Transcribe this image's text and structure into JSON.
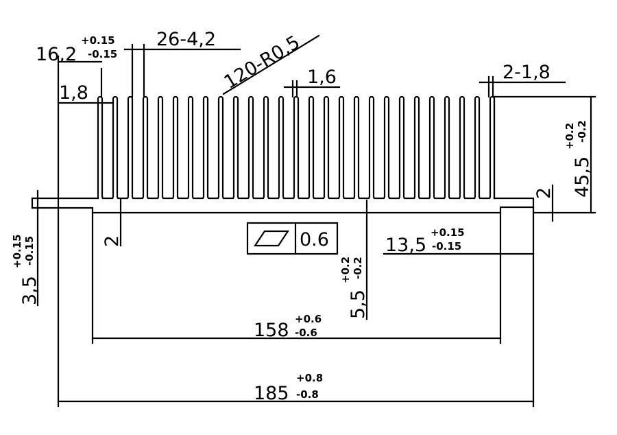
{
  "drawing": {
    "fin_count": 27,
    "dimensions": {
      "width_left": {
        "value": "16,2",
        "upper": "+0.15",
        "lower": "-0.15"
      },
      "fin_gap": {
        "value": "26-4,2"
      },
      "fin_radius": {
        "value": "120-R0,5"
      },
      "fin_thickness": {
        "value": "1,6"
      },
      "end_fin": {
        "value": "2-1,8"
      },
      "left_fin": {
        "value": "1,8"
      },
      "height": {
        "value": "45,5",
        "upper": "+0.2",
        "lower": "-0.2"
      },
      "right_step": {
        "value": "2"
      },
      "left_step": {
        "value": "2"
      },
      "base_thickness": {
        "value": "3,5",
        "upper": "+0.15",
        "lower": "-0.15"
      },
      "groove_depth": {
        "value": "5,5",
        "upper": "+0.2",
        "lower": "-0.2"
      },
      "right_offset": {
        "value": "13,5",
        "upper": "+0.15",
        "lower": "-0.15"
      },
      "inner_width": {
        "value": "158",
        "upper": "+0.6",
        "lower": "-0.6"
      },
      "total_width": {
        "value": "185",
        "upper": "+0.8",
        "lower": "-0.8"
      }
    },
    "flatness": {
      "symbol": "flatness-icon",
      "value": "0.6"
    }
  }
}
